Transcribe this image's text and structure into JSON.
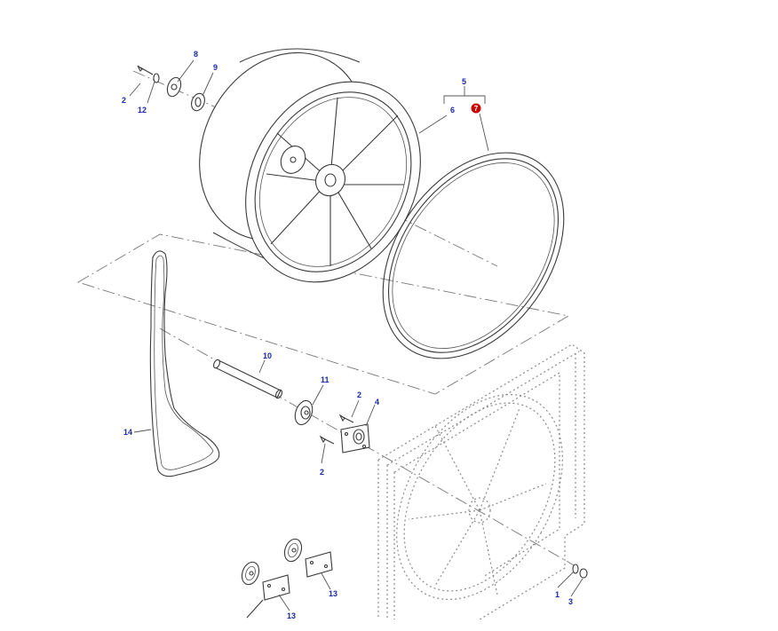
{
  "callouts": [
    {
      "id": "c1",
      "label": "1"
    },
    {
      "id": "c2a",
      "label": "2"
    },
    {
      "id": "c2b",
      "label": "2"
    },
    {
      "id": "c2c",
      "label": "2"
    },
    {
      "id": "c3",
      "label": "3"
    },
    {
      "id": "c4",
      "label": "4"
    },
    {
      "id": "c5",
      "label": "5"
    },
    {
      "id": "c6",
      "label": "6"
    },
    {
      "id": "c7",
      "label": "7"
    },
    {
      "id": "c8",
      "label": "8"
    },
    {
      "id": "c9",
      "label": "9"
    },
    {
      "id": "c10",
      "label": "10"
    },
    {
      "id": "c11",
      "label": "11"
    },
    {
      "id": "c12",
      "label": "12"
    },
    {
      "id": "c13a",
      "label": "13"
    },
    {
      "id": "c13b",
      "label": "13"
    },
    {
      "id": "c14",
      "label": "14"
    }
  ],
  "colors": {
    "callout_text": "#1a2aa8",
    "highlight_badge": "#cc0000",
    "line": "#3a3a3a"
  }
}
